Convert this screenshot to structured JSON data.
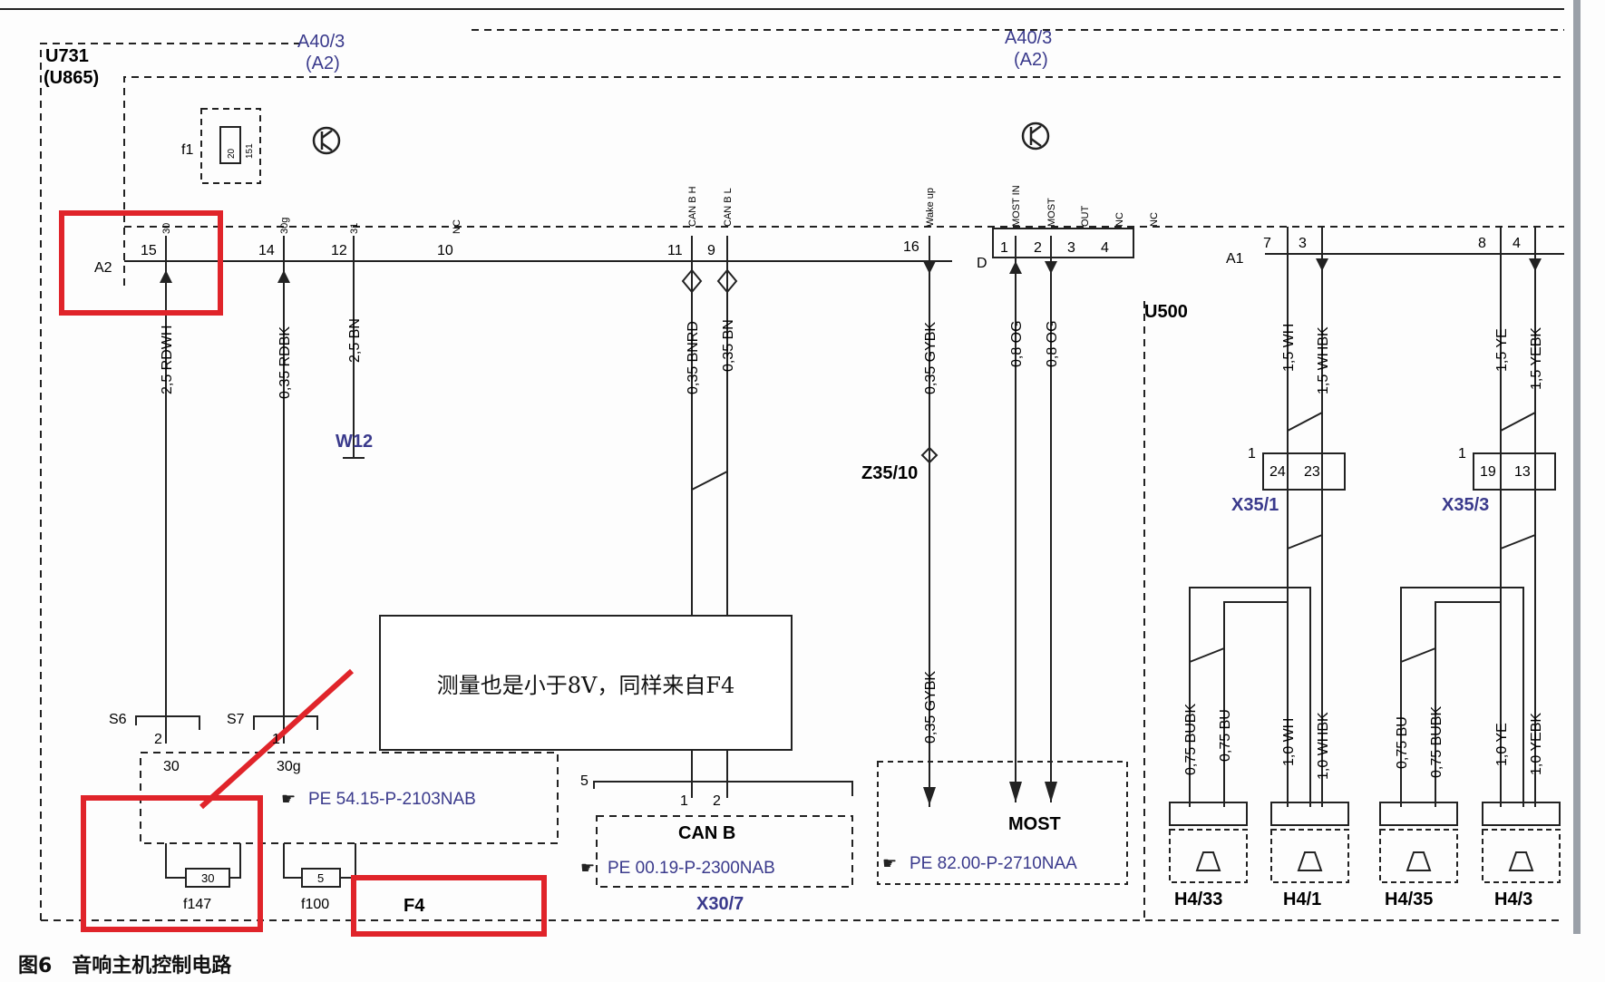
{
  "modules": {
    "u731": "U731",
    "u865": "(U865)",
    "a40_3_left": "A40/3",
    "a2_left": "(A2)",
    "a40_3_right": "A40/3",
    "a2_right": "(A2)",
    "u500": "U500",
    "f1": "f1",
    "f1_fuse": "20",
    "f1_pin": "151"
  },
  "connectors": {
    "a2": "A2",
    "a1": "A1",
    "d": "D"
  },
  "pins": {
    "p30": "30",
    "p30g": "30g",
    "p31": "31",
    "nc": "NC",
    "can_h": "CAN B H",
    "can_l": "CAN B L",
    "wake": "Wake up",
    "most_in": "MOST IN",
    "most": "MOST",
    "out": "OUT",
    "nc2": "NC",
    "nc3": "NC",
    "n15": "15",
    "n14": "14",
    "n12": "12",
    "n10": "10",
    "n11": "11",
    "n9": "9",
    "n16": "16",
    "d1": "1",
    "d2": "2",
    "d3": "3",
    "d4": "4",
    "a1_7": "7",
    "a1_3": "3",
    "a1_8": "8",
    "a1_4": "4"
  },
  "wires": {
    "rdwh": "2,5 RDWH",
    "rdbk": "0,35 RDBK",
    "bn25": "2,5 BN",
    "bnrd": "0,35 BNRD",
    "bn035": "0,35 BN",
    "gybk1": "0,35 GYBK",
    "gybk2": "0,35 GYBK",
    "og1": "0,8 OG",
    "og2": "0,8 OG",
    "wh15": "1,5 WH",
    "whbk15": "1,5 WHBK",
    "ye15": "1,5 YE",
    "yebk15": "1,5 YEBK",
    "bubk1": "0,75 BUBK",
    "bu1": "0,75 BU",
    "wh10": "1,0 WH",
    "whbk10": "1,0 WHBK",
    "bu2": "0,75 BU",
    "bubk2": "0,75 BUBK",
    "ye10": "1,0 YE",
    "yebk10": "1,0 YEBK"
  },
  "components": {
    "w12": "W12",
    "z35_10": "Z35/10",
    "x35_1": "X35/1",
    "x35_3": "X35/3",
    "x35_1_p1": "1",
    "x35_1_p24": "24",
    "x35_1_p23": "23",
    "x35_3_p1": "1",
    "x35_3_p19": "19",
    "x35_3_p13": "13",
    "s6": "S6",
    "s7": "S7",
    "s6_pin": "2",
    "s7_pin": "1",
    "s6_30": "30",
    "s7_30g": "30g",
    "f147": "f147",
    "f147_val": "30",
    "f100": "f100",
    "f100_val": "5",
    "f4": "F4",
    "can_b": "CAN B",
    "x30_7": "X30/7",
    "x30_pin5": "5",
    "x30_p1": "1",
    "x30_p2": "2",
    "most_block": "MOST",
    "h4_33": "H4/33",
    "h4_1": "H4/1",
    "h4_35": "H4/35",
    "h4_3": "H4/3"
  },
  "refs": {
    "pe54": "PE 54.15-P-2103NAB",
    "pe00": "PE 00.19-P-2300NAB",
    "pe82": "PE 82.00-P-2710NAA"
  },
  "annotation": "测量也是小于8V，同样来自F4",
  "caption": "图6　音响主机控制电路",
  "colors": {
    "highlight": "#e0242a",
    "label_blue": "#3a3a8c",
    "line": "#222222"
  }
}
